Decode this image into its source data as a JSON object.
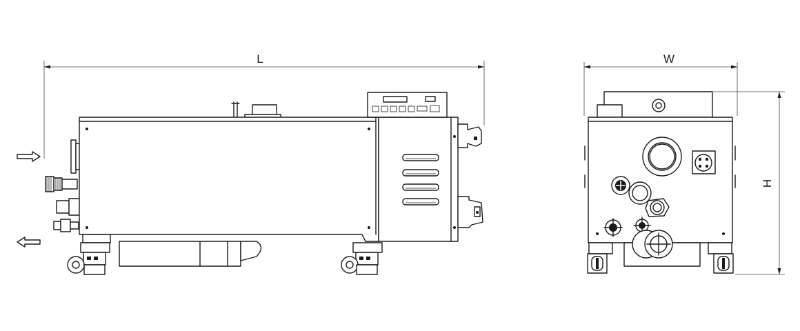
{
  "dimensions": {
    "length_label": "L",
    "width_label": "W",
    "height_label": "H"
  },
  "colors": {
    "line": "#1a1a1a",
    "background": "#ffffff"
  },
  "icons": {
    "inlet_arrow": "arrow-right-outline-icon",
    "outlet_arrow": "arrow-left-outline-icon"
  }
}
